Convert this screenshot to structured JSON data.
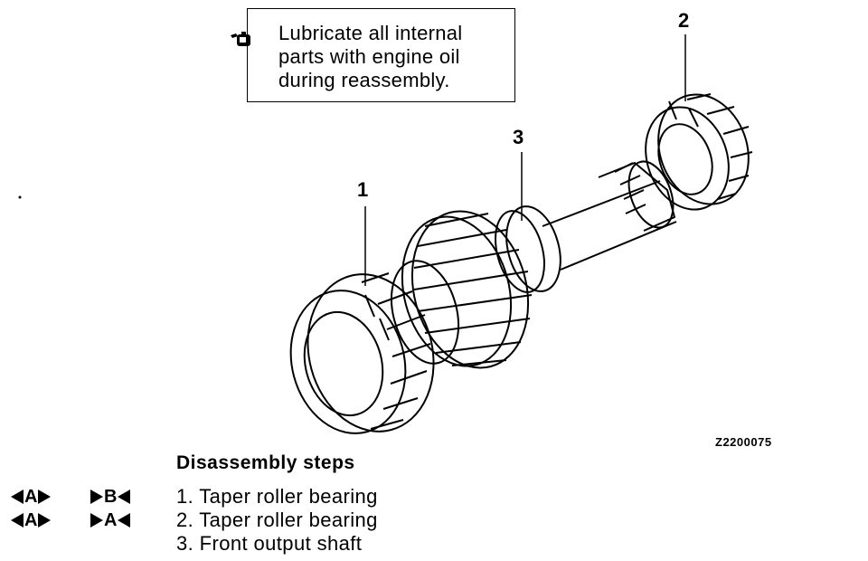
{
  "note": {
    "text": "Lubricate all internal\nparts with engine oil\nduring reassembly."
  },
  "callouts": [
    "1",
    "2",
    "3"
  ],
  "figure_code": "Z2200075",
  "steps_heading": "Disassembly steps",
  "steps": [
    {
      "text": "1. Taper roller bearing",
      "disassembly_mark": "A",
      "reassembly_mark": "B"
    },
    {
      "text": "2. Taper roller bearing",
      "disassembly_mark": "A",
      "reassembly_mark": "A"
    },
    {
      "text": "3. Front output shaft",
      "disassembly_mark": "",
      "reassembly_mark": ""
    }
  ],
  "icons": [
    "oil-can-icon",
    "disassembly-mark-icon",
    "reassembly-mark-icon"
  ]
}
